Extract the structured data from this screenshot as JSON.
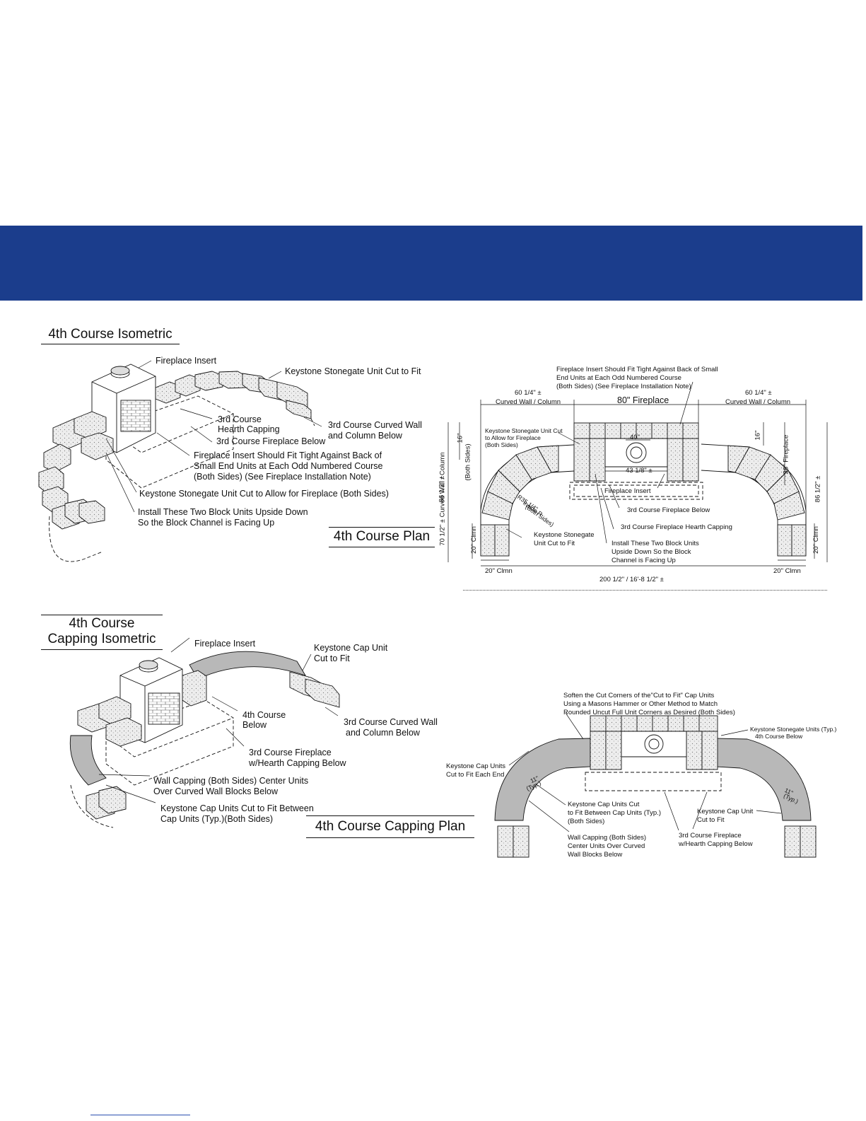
{
  "colors": {
    "banner": "#1b3d8c",
    "ink": "#111111",
    "block_fill": "#e4e4e4",
    "cap_fill": "#b8b8b8"
  },
  "sections": {
    "iso4": {
      "title": "4th Course Isometric",
      "callouts": {
        "fireplace_insert": "Fireplace Insert",
        "stonegate_cut_fit": "Keystone Stonegate Unit Cut to Fit",
        "hearth_capping_1": "3rd Course",
        "hearth_capping_2": "Hearth Capping",
        "fireplace_below": "3rd Course Fireplace Below",
        "curved_wall_1": "3rd Course Curved Wall",
        "curved_wall_2": "and Column Below",
        "tight_1": "Fireplace Insert Should Fit Tight Against Back of",
        "tight_2": "Small End Units at Each Odd Numbered Course",
        "tight_3": "(Both Sides) (See Fireplace Installation Note)",
        "cut_allow": "Keystone Stonegate Unit Cut to Allow for Fireplace (Both Sides)",
        "upside_1": "Install These Two Block Units Upside Down",
        "upside_2": "So the Block Channel is Facing Up"
      }
    },
    "plan4": {
      "title": "4th Course Plan",
      "callouts": {
        "top_1": "Fireplace Insert Should Fit Tight Against Back of Small",
        "top_2": "End Units at Each Odd Numbered Course",
        "top_3": "(Both Sides) (See Fireplace Installation Note)",
        "allow_1": "Keystone Stonegate Unit Cut",
        "allow_2": "to Allow for Fireplace",
        "allow_3": "(Both Sides)",
        "fireplace_insert": "Fireplace Insert",
        "fireplace_below": "3rd Course Fireplace Below",
        "hearth_capping": "3rd Course Fireplace  Hearth Capping",
        "install_1": "Install These Two Block Units",
        "install_2": "Upside Down So the Block",
        "install_3": "Channel is Facing Up",
        "stonegate_1": "Keystone Stonegate",
        "stonegate_2": "Unit Cut to Fit",
        "radius_1": "R35 1/4\"",
        "radius_2": "Inside R",
        "radius_3": "(Both Sides)"
      },
      "dims": {
        "left_width_1": "60 1/4\" ±",
        "left_width_2": "Curved Wall / Column",
        "right_width_1": "60 1/4\" ±",
        "right_width_2": "Curved Wall / Column",
        "fireplace_width": "80\" Fireplace",
        "d16_left": "16\"",
        "d16_right": "16\"",
        "d40": "40\"",
        "d43": "43 1/8\" ±",
        "fire36": "36\" Fireplace",
        "height_left": "86 1/2\" ±",
        "height_right": "86 1/2\" ±",
        "wall_height_1": "70 1/2\" ± Curved Wall / Column",
        "wall_height_2": "(Both Sides)",
        "clmn_v_left": "20\" Clmn",
        "clmn_v_right": "20\" Clmn",
        "clmn_h_left": "20\" Clmn",
        "clmn_h_right": "20\" Clmn",
        "overall": "200 1/2\" / 16'-8 1/2\" ±"
      }
    },
    "capiso": {
      "title_line1": "4th Course",
      "title_line2": "Capping Isometric",
      "callouts": {
        "fireplace_insert": "Fireplace Insert",
        "cap_unit_1": "Keystone Cap Unit",
        "cap_unit_2": "Cut to Fit",
        "below_1": "4th Course",
        "below_2": "Below",
        "curved_1": "3rd Course Curved Wall",
        "curved_2": "and Column Below",
        "fireplace_1": "3rd Course Fireplace",
        "fireplace_2": "w/Hearth Capping Below",
        "wallcap_1": "Wall Capping (Both Sides) Center Units",
        "wallcap_2": "Over Curved Wall Blocks Below",
        "between_1": "Keystone Cap Units Cut to Fit Between",
        "between_2": "Cap Units (Typ.)(Both Sides)"
      }
    },
    "capplan": {
      "title": "4th Course Capping Plan",
      "callouts": {
        "soften_1": "Soften the Cut Corners of the\"Cut to Fit\" Cap Units",
        "soften_2": "Using a Masons Hammer or Other Method to Match",
        "soften_3": "Rounded Uncut Full Unit Corners as Desired (Both Sides)",
        "stonegate_1": "Keystone Stonegate Units (Typ.)",
        "stonegate_2": "4th Course Below",
        "capends_1": "Keystone Cap Units",
        "capends_2": "Cut to Fit Each End",
        "between_1": "Keystone Cap Units Cut",
        "between_2": "to Fit Between Cap Units (Typ.)",
        "between_3": "(Both Sides)",
        "wallcap_1": "Wall Capping (Both Sides)",
        "wallcap_2": "Center Units Over Curved",
        "wallcap_3": "Wall Blocks Below",
        "capunit_1": "Keystone Cap Unit",
        "capunit_2": "Cut to Fit",
        "fireplace_1": "3rd Course Fireplace",
        "fireplace_2": "w/Hearth Capping Below",
        "typ_left_1": "11\"",
        "typ_left_2": "(Typ.)",
        "typ_right_1": "11\"",
        "typ_right_2": "(Typ.)"
      }
    }
  }
}
